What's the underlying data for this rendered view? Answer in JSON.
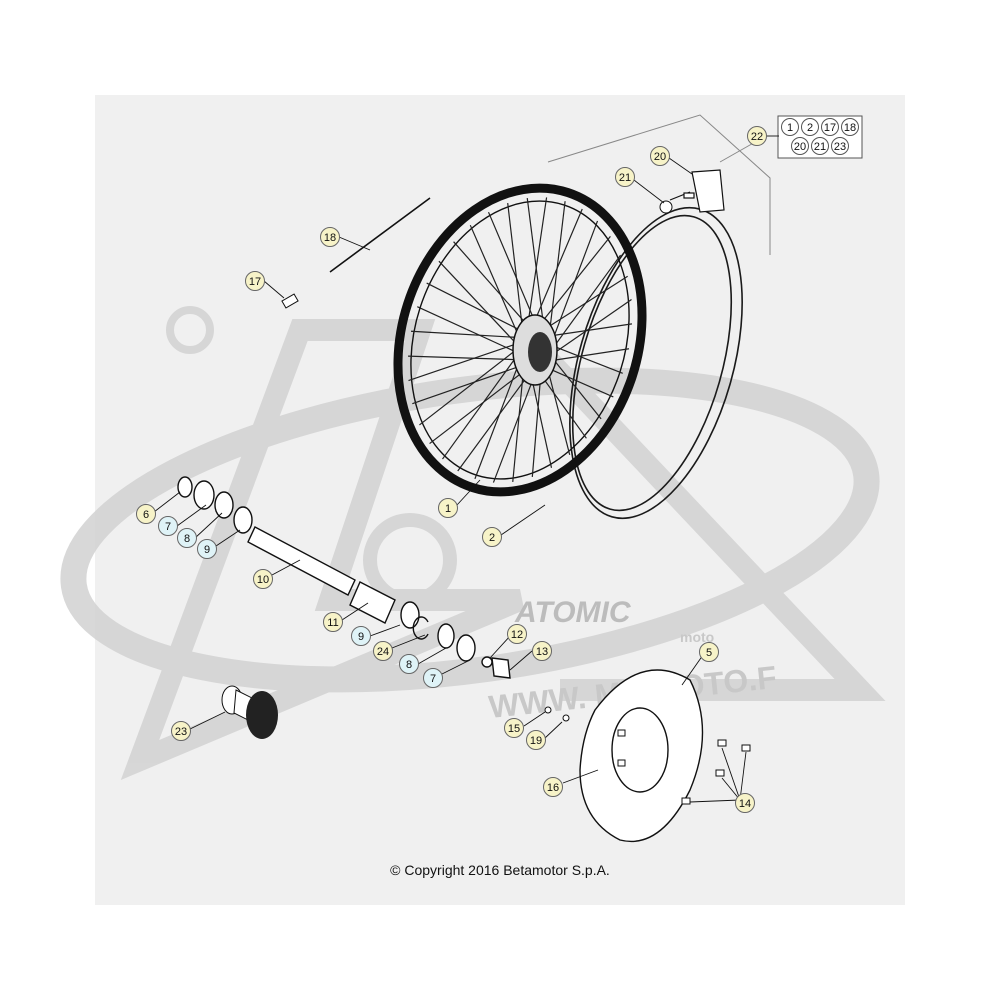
{
  "copyright": "© Copyright 2016 Betamotor S.p.A.",
  "watermark": {
    "brand": "moto",
    "site": "WWW.   MICMOTO.F"
  },
  "kit": {
    "ref": "22",
    "contents": [
      "1",
      "2",
      "17",
      "18",
      "20",
      "21",
      "23"
    ]
  },
  "callouts": [
    {
      "id": "c22",
      "label": "22",
      "style": "yellow"
    },
    {
      "id": "c20",
      "label": "20",
      "style": "yellow"
    },
    {
      "id": "c21",
      "label": "21",
      "style": "yellow"
    },
    {
      "id": "c18",
      "label": "18",
      "style": "yellow"
    },
    {
      "id": "c17",
      "label": "17",
      "style": "yellow"
    },
    {
      "id": "c1",
      "label": "1",
      "style": "yellow"
    },
    {
      "id": "c2",
      "label": "2",
      "style": "yellow"
    },
    {
      "id": "c6",
      "label": "6",
      "style": "yellow"
    },
    {
      "id": "c7a",
      "label": "7",
      "style": "blue"
    },
    {
      "id": "c8a",
      "label": "8",
      "style": "blue"
    },
    {
      "id": "c9a",
      "label": "9",
      "style": "blue"
    },
    {
      "id": "c10",
      "label": "10",
      "style": "yellow"
    },
    {
      "id": "c11",
      "label": "11",
      "style": "yellow"
    },
    {
      "id": "c9b",
      "label": "9",
      "style": "blue"
    },
    {
      "id": "c24",
      "label": "24",
      "style": "yellow"
    },
    {
      "id": "c8b",
      "label": "8",
      "style": "blue"
    },
    {
      "id": "c7b",
      "label": "7",
      "style": "blue"
    },
    {
      "id": "c12",
      "label": "12",
      "style": "yellow"
    },
    {
      "id": "c13",
      "label": "13",
      "style": "yellow"
    },
    {
      "id": "c5",
      "label": "5",
      "style": "yellow"
    },
    {
      "id": "c15",
      "label": "15",
      "style": "yellow"
    },
    {
      "id": "c19",
      "label": "19",
      "style": "yellow"
    },
    {
      "id": "c16",
      "label": "16",
      "style": "yellow"
    },
    {
      "id": "c14",
      "label": "14",
      "style": "yellow"
    },
    {
      "id": "c23",
      "label": "23",
      "style": "yellow"
    }
  ],
  "colors": {
    "yellow": "#f7f3c8",
    "blue": "#dff3f7",
    "line": "#1a1a1a",
    "watermark": "#d2d2d2"
  }
}
